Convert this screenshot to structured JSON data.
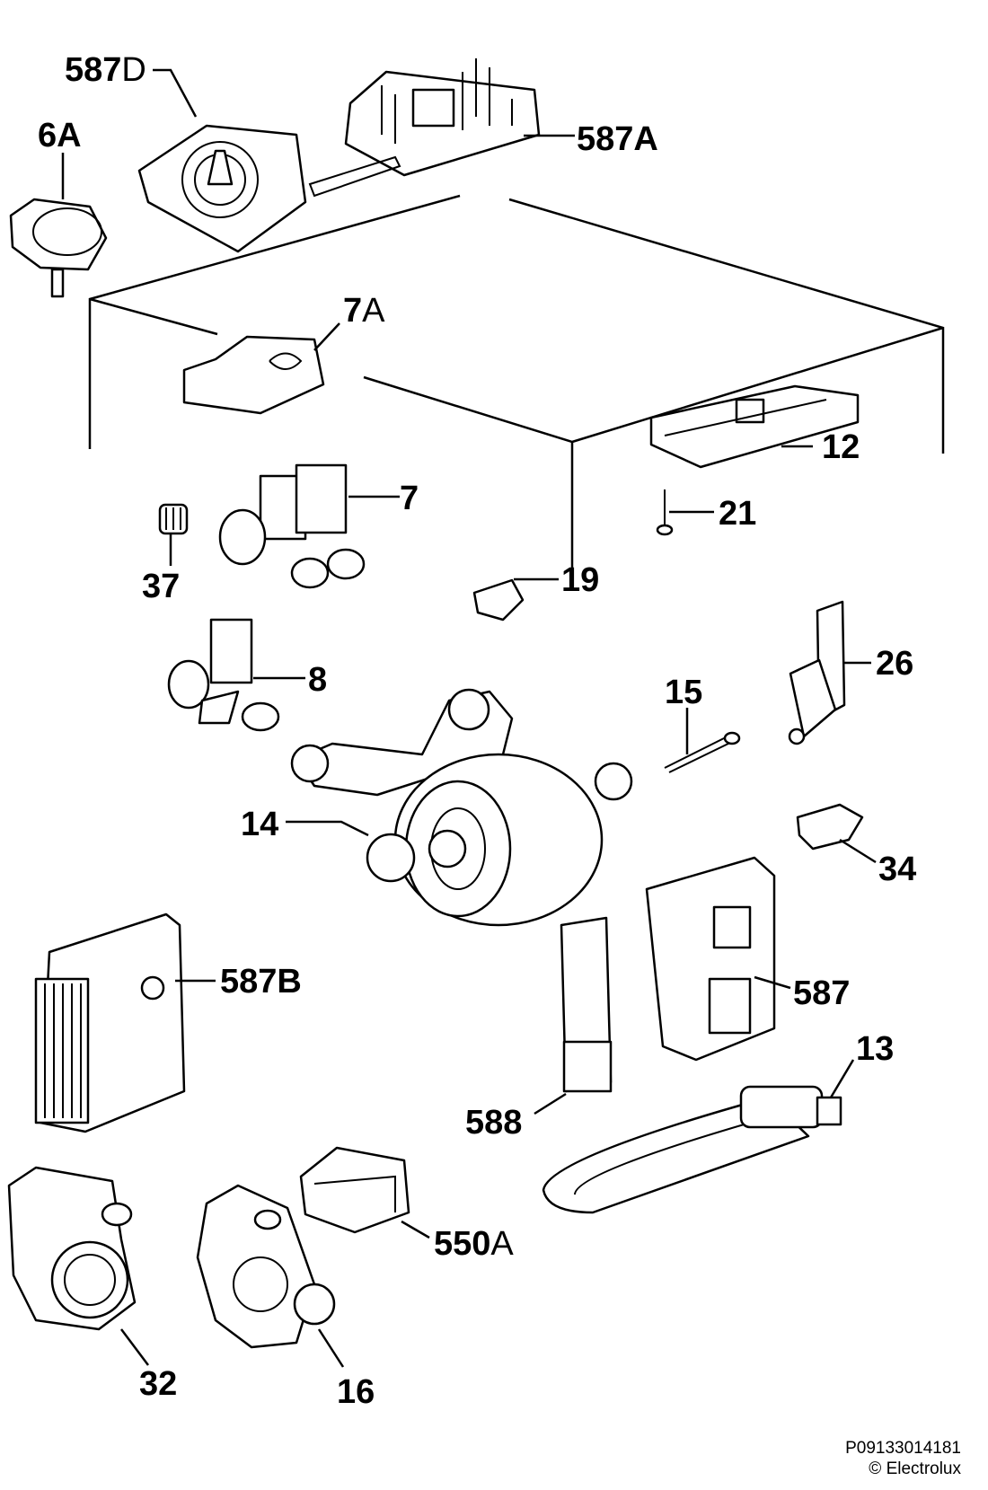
{
  "parts": [
    {
      "id": "p587D",
      "num": "587",
      "suffix": "D"
    },
    {
      "id": "p6A",
      "num": "6A",
      "suffix": ""
    },
    {
      "id": "p587A",
      "num": "587A",
      "suffix": ""
    },
    {
      "id": "p7A",
      "num": "7",
      "suffix": "A"
    },
    {
      "id": "p12",
      "num": "12",
      "suffix": ""
    },
    {
      "id": "p7",
      "num": "7",
      "suffix": ""
    },
    {
      "id": "p21",
      "num": "21",
      "suffix": ""
    },
    {
      "id": "p37",
      "num": "37",
      "suffix": ""
    },
    {
      "id": "p19",
      "num": "19",
      "suffix": ""
    },
    {
      "id": "p8",
      "num": "8",
      "suffix": ""
    },
    {
      "id": "p15",
      "num": "15",
      "suffix": ""
    },
    {
      "id": "p26",
      "num": "26",
      "suffix": ""
    },
    {
      "id": "p14",
      "num": "14",
      "suffix": ""
    },
    {
      "id": "p34",
      "num": "34",
      "suffix": ""
    },
    {
      "id": "p587B",
      "num": "587B",
      "suffix": ""
    },
    {
      "id": "p587",
      "num": "587",
      "suffix": ""
    },
    {
      "id": "p13",
      "num": "13",
      "suffix": ""
    },
    {
      "id": "p588",
      "num": "588",
      "suffix": ""
    },
    {
      "id": "p550A",
      "num": "550",
      "suffix": "A"
    },
    {
      "id": "p32",
      "num": "32",
      "suffix": ""
    },
    {
      "id": "p16",
      "num": "16",
      "suffix": ""
    }
  ],
  "footer": {
    "code": "P09133014181",
    "copyright": "© Electrolux"
  }
}
